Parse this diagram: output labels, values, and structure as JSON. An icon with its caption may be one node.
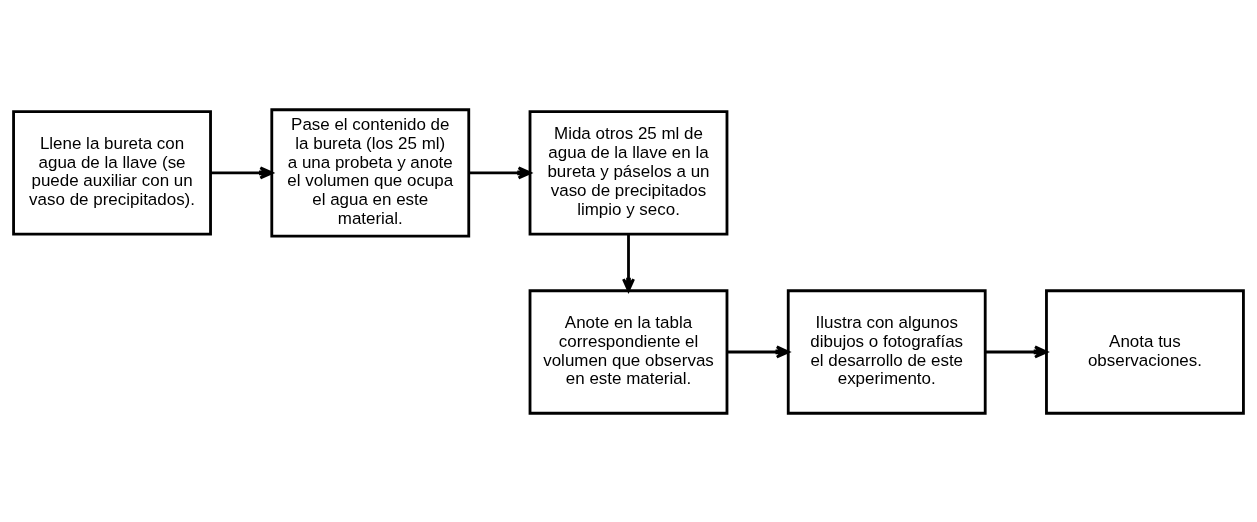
{
  "diagram": {
    "nodes": [
      {
        "text": [
          "Llene la bureta con agua de la llave (se puede auxiliar con un vaso de precipitados)."
        ]
      },
      {
        "text": [
          "Pase el contenido de la bureta (los 25 ml) a una probeta y anote el volumen que ocupa el agua en este material."
        ]
      },
      {
        "text": [
          "Mida otros 25 ml de agua de la llave en la bureta y páselos a un vaso de precipitados limpio y seco."
        ]
      },
      {
        "text": [
          "Anote en la tabla correspondiente el volumen que observas en este material."
        ]
      },
      {
        "text": [
          "Ilustra con algunos dibujos o fotografías el desarrollo de este experimento."
        ]
      },
      {
        "text": [
          "Anota tus observaciones."
        ]
      }
    ],
    "edges": [
      {
        "from": 0,
        "to": 1,
        "arrow": "to"
      },
      {
        "from": 1,
        "to": 2,
        "arrow": "to"
      },
      {
        "from": 2,
        "to": 3,
        "arrow": "to"
      },
      {
        "from": 3,
        "to": 4,
        "arrow": "to"
      },
      {
        "from": 4,
        "to": 5,
        "arrow": "to"
      }
    ]
  }
}
